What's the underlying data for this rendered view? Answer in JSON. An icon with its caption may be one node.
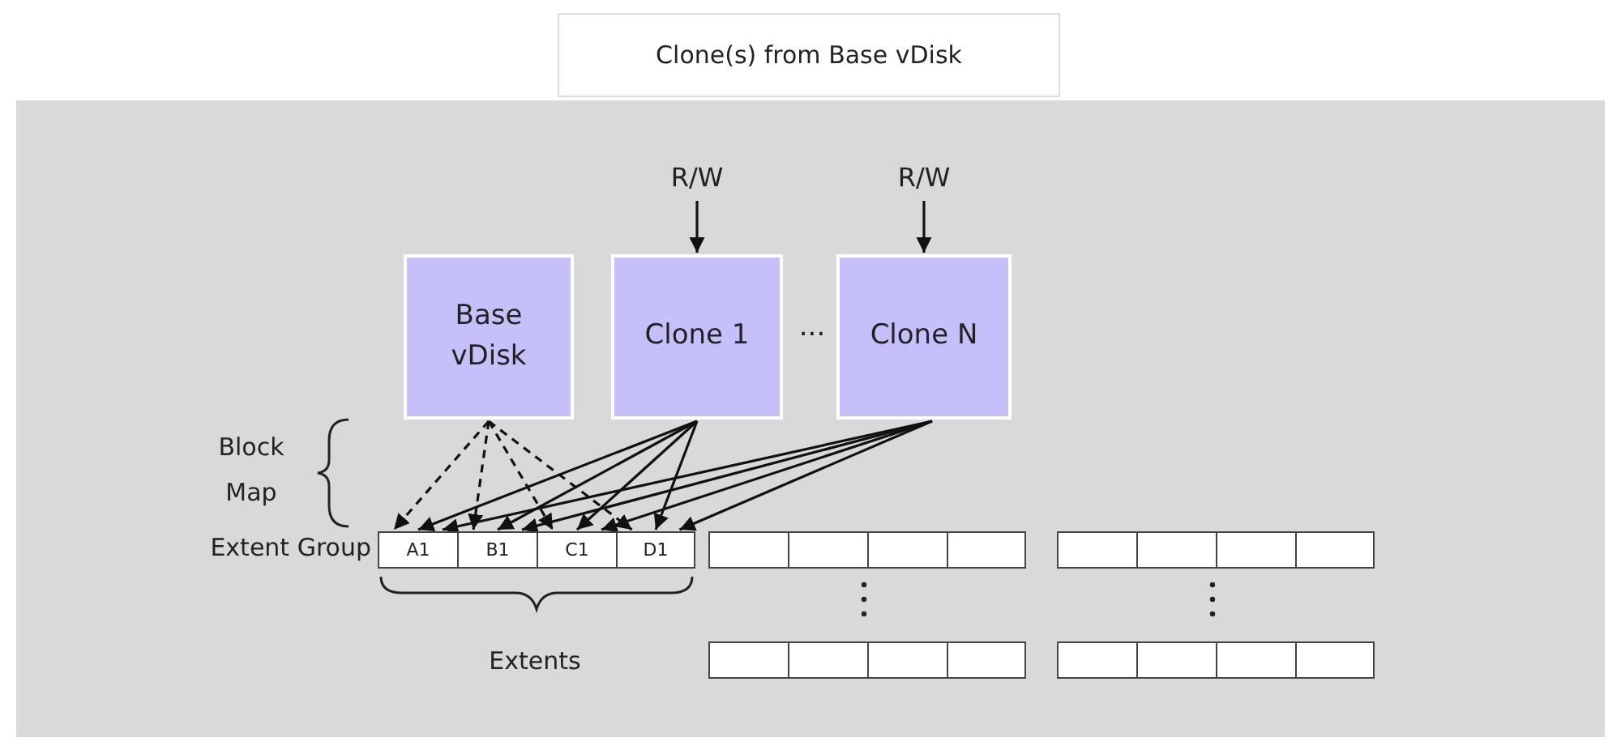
{
  "diagram": {
    "title": "Clone(s) from Base vDisk",
    "nodes": [
      {
        "text": [
          "R/W"
        ]
      },
      {
        "text": [
          "R/W"
        ]
      },
      {
        "text": [
          "Base vDisk"
        ]
      },
      {
        "text": [
          "Clone 1"
        ]
      },
      {
        "text": [
          "Clone N"
        ]
      },
      {
        "text": [
          "A1"
        ]
      },
      {
        "text": [
          "B1"
        ]
      },
      {
        "text": [
          "C1"
        ]
      },
      {
        "text": [
          "D1"
        ]
      },
      {
        "text": [],
        "shape": "box"
      },
      {
        "text": [],
        "shape": "box"
      },
      {
        "text": [],
        "shape": "box"
      },
      {
        "text": [],
        "shape": "box"
      },
      {
        "text": [],
        "shape": "box"
      },
      {
        "text": [],
        "shape": "box"
      },
      {
        "text": [],
        "shape": "box"
      },
      {
        "text": [],
        "shape": "box"
      },
      {
        "text": [],
        "shape": "box"
      },
      {
        "text": [],
        "shape": "box"
      },
      {
        "text": [],
        "shape": "box"
      },
      {
        "text": [],
        "shape": "box"
      },
      {
        "text": [],
        "shape": "box"
      },
      {
        "text": [],
        "shape": "box"
      },
      {
        "text": [],
        "shape": "box"
      },
      {
        "text": [],
        "shape": "box"
      }
    ],
    "edges": [
      {
        "from": 0,
        "to": 3,
        "arrow": "to"
      },
      {
        "from": 1,
        "to": 4,
        "arrow": "to"
      },
      {
        "from": 2,
        "to": 5,
        "arrow": "to",
        "style": "dashed"
      },
      {
        "from": 2,
        "to": 6,
        "arrow": "to",
        "style": "dashed"
      },
      {
        "from": 2,
        "to": 7,
        "arrow": "to",
        "style": "dashed"
      },
      {
        "from": 2,
        "to": 8,
        "arrow": "to",
        "style": "dashed"
      },
      {
        "from": 3,
        "to": 5,
        "arrow": "to"
      },
      {
        "from": 3,
        "to": 6,
        "arrow": "to"
      },
      {
        "from": 3,
        "to": 7,
        "arrow": "to"
      },
      {
        "from": 3,
        "to": 8,
        "arrow": "to"
      },
      {
        "from": 4,
        "to": 5,
        "arrow": "to"
      },
      {
        "from": 4,
        "to": 6,
        "arrow": "to"
      },
      {
        "from": 4,
        "to": 7,
        "arrow": "to"
      },
      {
        "from": 4,
        "to": 8,
        "arrow": "to"
      }
    ],
    "labels": [
      "...",
      "Block Map",
      "Extent Group",
      "Extents"
    ]
  }
}
